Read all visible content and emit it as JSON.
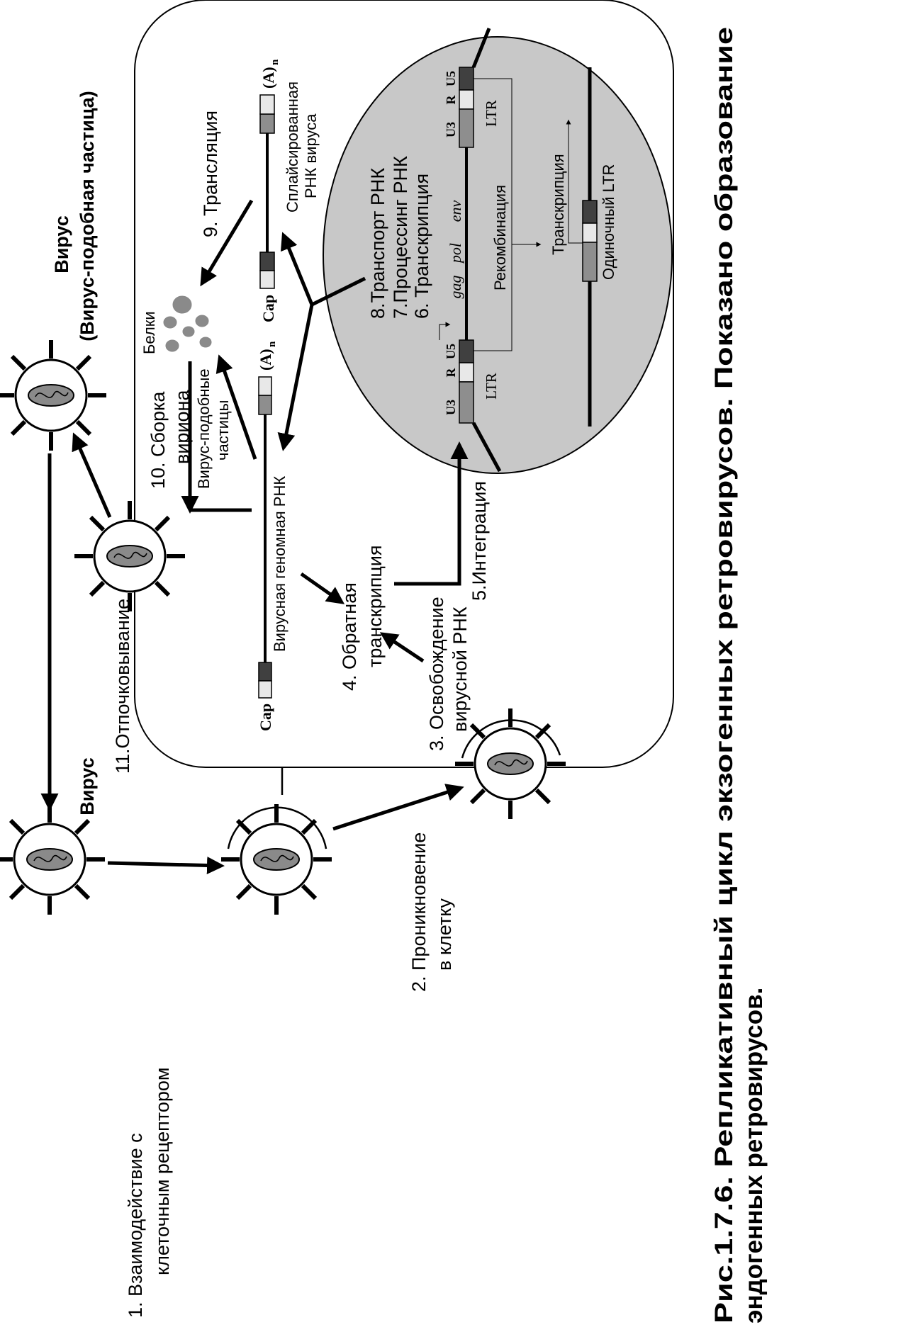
{
  "caption": {
    "line1": "Рис.1.7.6. Репликативный цикл экзогенных ретровирусов. Показано образование",
    "line2": "эндогенных ретровирусов."
  },
  "labels": {
    "virus_top": "Вирус",
    "virus_like_particle": "(Вирус-подобная частица)",
    "virus_left": "Вирус",
    "step1_line1": "1. Взаимодействие с",
    "step1_line2": "клеточным рецептором",
    "step2_line1": "2. Проникновение",
    "step2_line2": "в клетку",
    "step3_line1": "3. Освобождение",
    "step3_line2": "вирусной РНК",
    "step4_line1": "4. Обратная",
    "step4_line2": "транскрипция",
    "step5": "5.Интеграция",
    "step6": "6. Транскрипция",
    "step7": "7.Процессинг РНК",
    "step8": "8.Транспорт РНК",
    "step9": "9. Трансляция",
    "step10_line1": "10. Сборка",
    "step10_line2": "вириона",
    "step11": "11.Отпочковывание",
    "vlp_line1": "Вирус-подобные",
    "vlp_line2": "частицы",
    "genomic_rna": "Вирусная геномная РНК",
    "spliced_line1": "Сплайсированная",
    "spliced_line2": "РНК вируса",
    "proteins": "Белки",
    "cap": "Cap",
    "polyA": "(A)",
    "polyA_sub": "n",
    "ltr": "LTR",
    "u3": "U3",
    "r": "R",
    "u5": "U5",
    "gag": "gag",
    "pol": "pol",
    "env": "env",
    "recombination": "Рекомбинация",
    "transcription": "Транскрипция",
    "single_ltr": "Одиночный LTR"
  },
  "colors": {
    "nucleus_fill": "#c8c8c8",
    "u3_fill": "#8e8e8e",
    "r_fill": "#e8e8e8",
    "u5_fill": "#404040",
    "core_fill": "#8a8a8a",
    "line": "#000000"
  },
  "icons": [
    "virus-particle-icon",
    "protein-blob-icon",
    "arrow-icon"
  ]
}
